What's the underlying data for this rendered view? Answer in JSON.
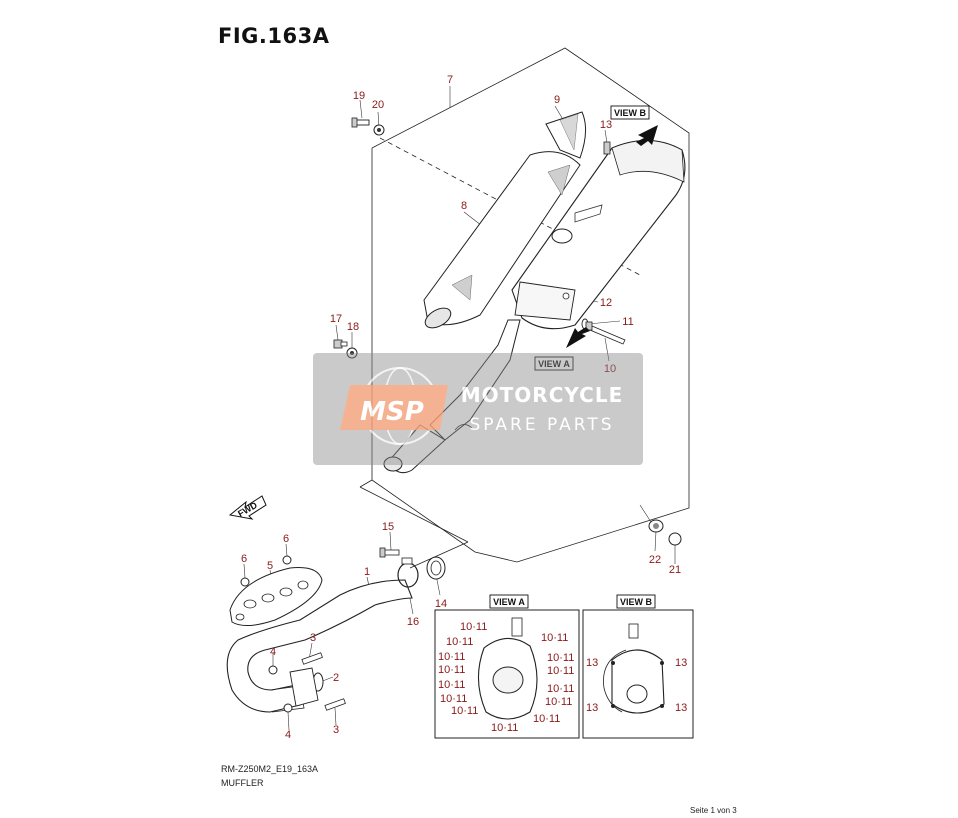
{
  "figure": {
    "title": "FIG.163A",
    "code": "RM-Z250M2_E19_163A",
    "name": "MUFFLER",
    "page_note": "Seite 1 von 3"
  },
  "direction_label": "FWD",
  "view_labels": {
    "view_a": "VIEW A",
    "view_b": "VIEW B"
  },
  "watermark": {
    "logo": "MSP",
    "title": "MOTORCYCLE",
    "subtitle": "SPARE PARTS"
  },
  "callouts": {
    "p1": "1",
    "p3a": "3",
    "p3b": "3",
    "p2": "2",
    "p4a": "4",
    "p4b": "4",
    "p5": "5",
    "p6a": "6",
    "p6b": "6",
    "p7": "7",
    "p8": "8",
    "p9": "9",
    "p10": "10",
    "p11": "11",
    "p12": "12",
    "p13": "13",
    "p14": "14",
    "p15": "15",
    "p16": "16",
    "p17": "17",
    "p18": "18",
    "p19": "19",
    "p20": "20",
    "p21": "21",
    "p22": "22"
  },
  "view_a_callouts": [
    "10·11",
    "10·11",
    "10·11",
    "10·11",
    "10·11",
    "10·11",
    "10·11",
    "10·11",
    "10·11",
    "10·11",
    "10·11",
    "10·11",
    "10·11",
    "10·11"
  ],
  "view_b_callouts": [
    "13",
    "13",
    "13",
    "13"
  ],
  "colors": {
    "callout": "#8b1a1a",
    "watermark_orange": "#f2a27c",
    "watermark_gray": "#8a8a8a"
  }
}
